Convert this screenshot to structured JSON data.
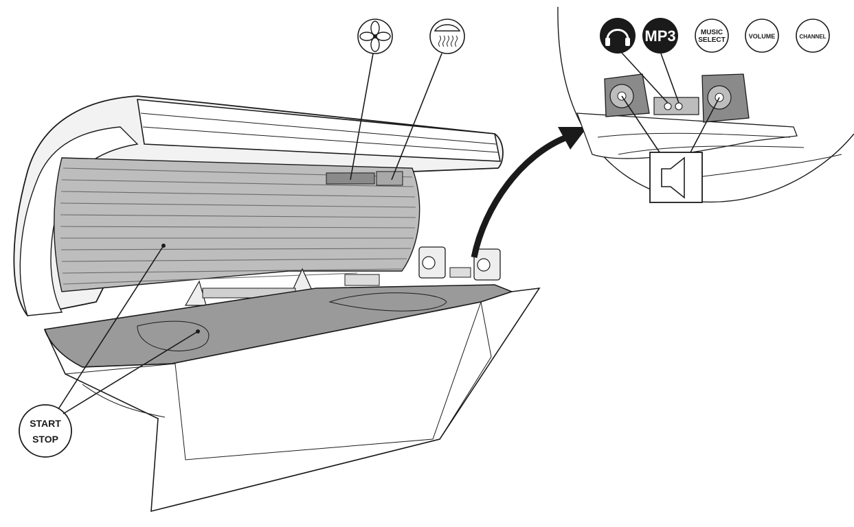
{
  "labels": {
    "start": "START",
    "stop": "STOP",
    "mp3": "MP3",
    "music_1": "MUSIC",
    "music_2": "SELECT",
    "volume": "VOLUME",
    "channel": "CHANNEL"
  },
  "icons": [
    "fan-icon",
    "heat-icon",
    "headphones-icon",
    "speaker-icon"
  ],
  "colors": {
    "line": "#1a1a1a",
    "surface": "#9a9a9a",
    "lamps": "#bdbdbd",
    "background": "#ffffff"
  }
}
